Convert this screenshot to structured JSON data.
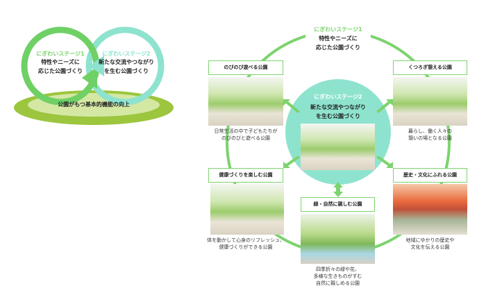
{
  "left_diagram": {
    "stage1_label": "にぎわいステージ1",
    "stage1_text": [
      "特性やニーズに",
      "応じた公園づくり"
    ],
    "stage2_label": "にぎわいステージ2",
    "stage2_text": [
      "新たな交流やつながり",
      "を生む公園づくり"
    ],
    "base_text": "公園がもつ基本的機能の向上"
  },
  "right_diagram": {
    "stage1_label": "にぎわいステージ1",
    "stage1_text": [
      "特性やニーズに",
      "応じた公園づくり"
    ],
    "stage2_label": "にぎわいステージ2",
    "stage2_text": [
      "新たな交流やつながり",
      "を生む公園づくり"
    ],
    "parks": [
      {
        "title": "のびのび遊べる公園",
        "caption": [
          "日常生活の中で子どもたちが",
          "のびのびと遊べる公園"
        ]
      },
      {
        "title": "くつろぎ憩える公園",
        "caption": [
          "暮らし、働く人々の",
          "憩いの場となる公園"
        ]
      },
      {
        "title": "健康づくりを楽しむ公園",
        "caption": [
          "体を動かして心身のリフレッシュ、",
          "健康づくりができる公園"
        ]
      },
      {
        "title": "歴史・文化にふれる公園",
        "caption": [
          "地域にゆかりの歴史や",
          "文化を伝える公園"
        ]
      },
      {
        "title": "緑・自然に親しむ公園",
        "caption": [
          "四季折々の緑や花、",
          "多様な生きものがすむ",
          "自然に親しめる公園"
        ]
      }
    ]
  },
  "colors": {
    "green": "#7dd36e",
    "teal": "#8ee3cf",
    "base_dark": "#9cc63e",
    "base_light": "#d4e8a4"
  }
}
